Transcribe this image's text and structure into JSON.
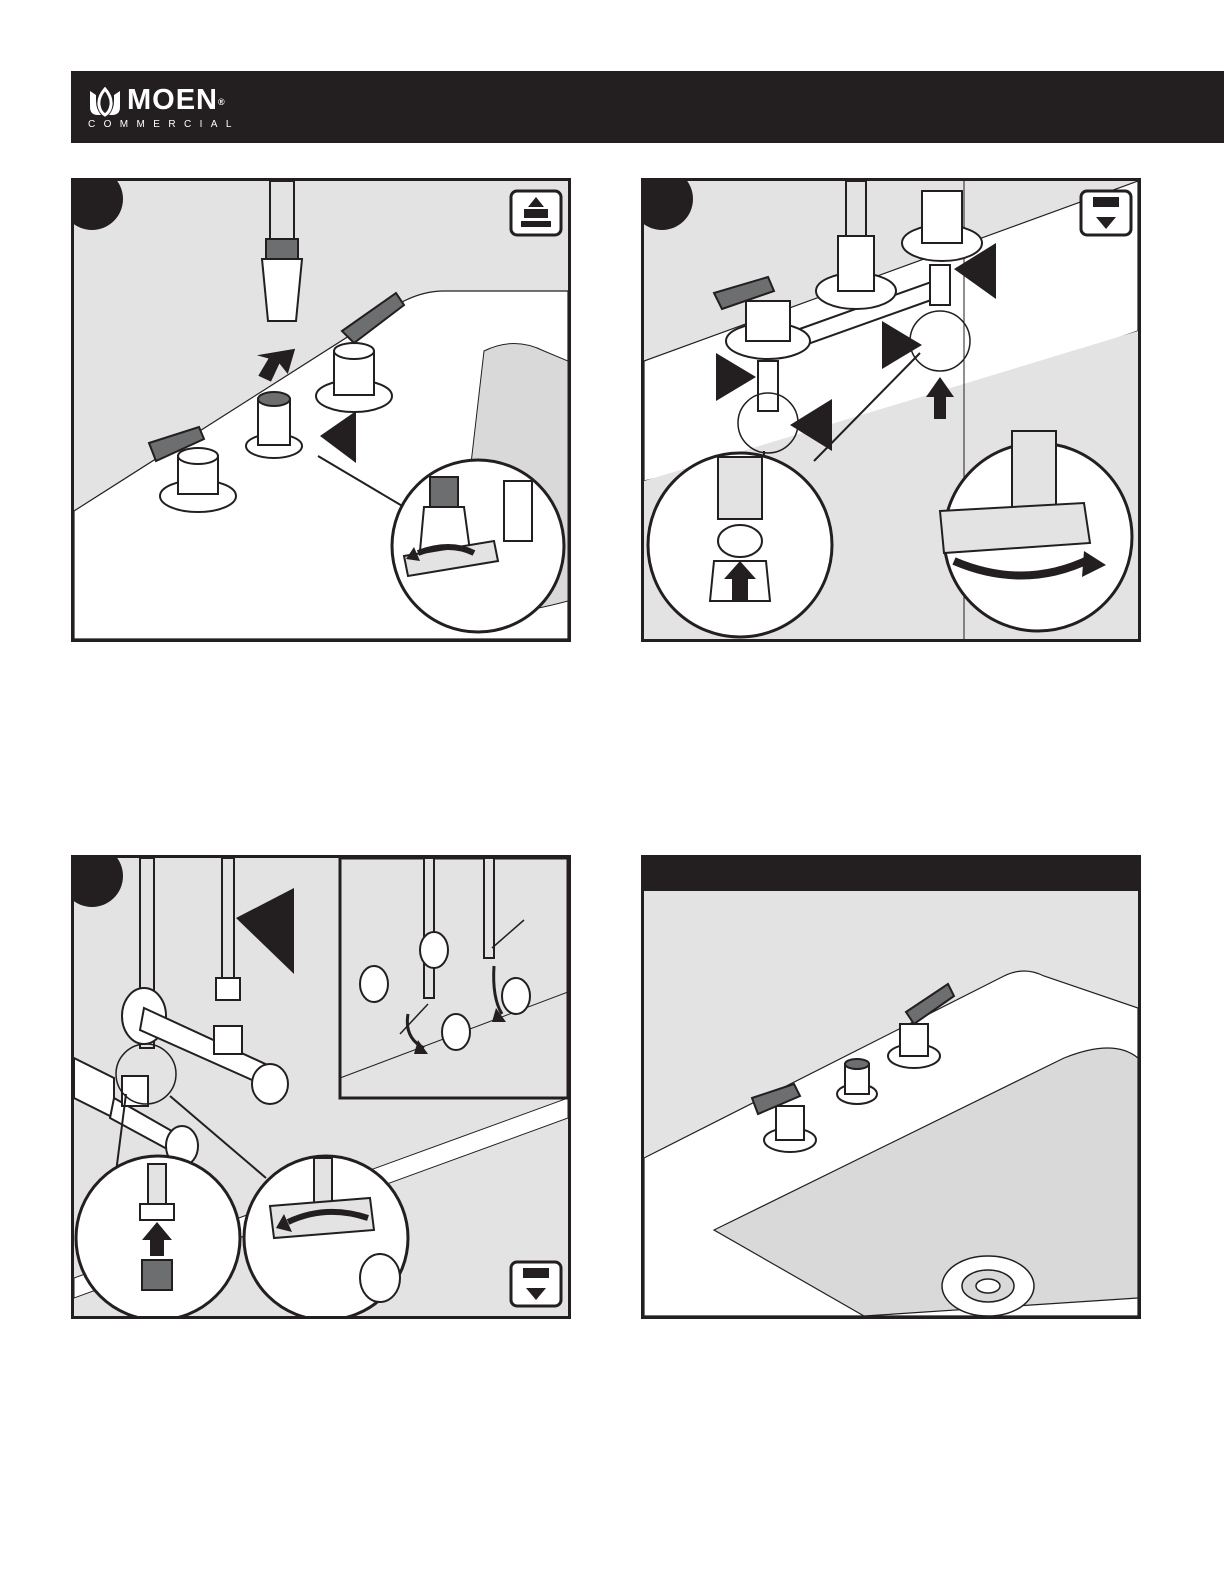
{
  "header": {
    "brand_name": "MOEN",
    "brand_registered": "®",
    "brand_subtitle": "COMMERCIAL",
    "background_color": "#231f20",
    "logo_icon": "moen-lotus-icon"
  },
  "colors": {
    "ink": "#231f20",
    "panel_fill": "#e3e3e4",
    "counter": "#ffffff",
    "basin": "#d9d9da"
  },
  "panels": [
    {
      "id": "step-1",
      "scene": "install-spout-connection",
      "badge_icon": "hot-cold-supply-up-icon"
    },
    {
      "id": "step-2",
      "scene": "tighten-valve-connections",
      "badge_icon": "supply-down-icon"
    },
    {
      "id": "step-3",
      "scene": "connect-supply-lines-to-stops",
      "badge_icon": "supply-down-icon"
    },
    {
      "id": "step-4",
      "scene": "finished-installation"
    }
  ]
}
